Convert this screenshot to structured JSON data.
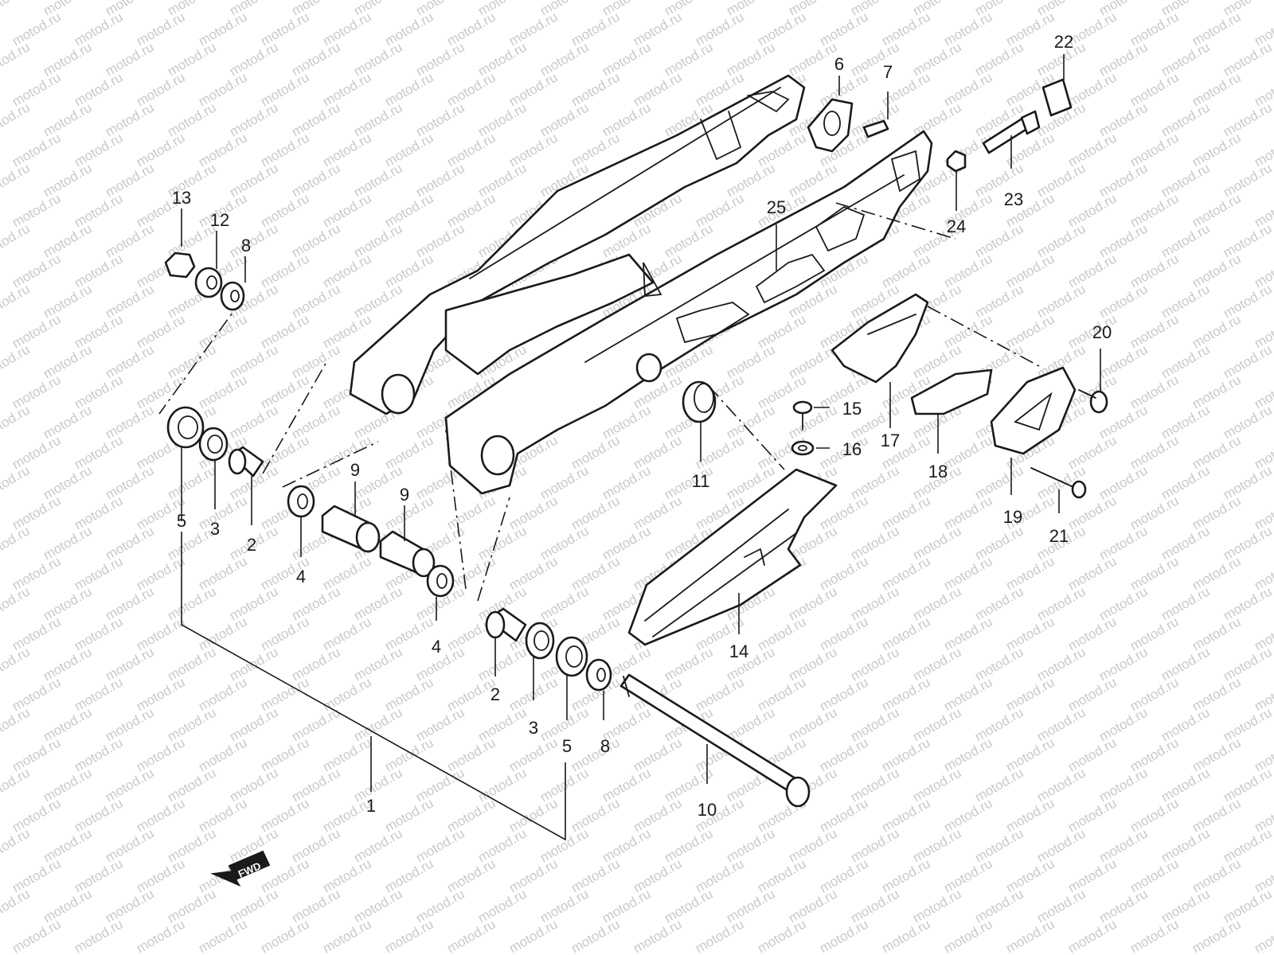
{
  "watermark": "motod.ru",
  "fwd_label": "FWD",
  "callouts": {
    "c1": "1",
    "c2a": "2",
    "c2b": "2",
    "c3a": "3",
    "c3b": "3",
    "c4a": "4",
    "c4b": "4",
    "c5a": "5",
    "c5b": "5",
    "c6": "6",
    "c7": "7",
    "c8a": "8",
    "c8b": "8",
    "c9a": "9",
    "c9b": "9",
    "c10": "10",
    "c11": "11",
    "c12": "12",
    "c13": "13",
    "c14": "14",
    "c15": "15",
    "c16": "16",
    "c17": "17",
    "c18": "18",
    "c19": "19",
    "c20": "20",
    "c21": "21",
    "c22": "22",
    "c23": "23",
    "c24": "24",
    "c25": "25"
  },
  "colors": {
    "line": "#1a1a1a",
    "watermark": "#c9c9c9",
    "paper": "#ffffff"
  }
}
